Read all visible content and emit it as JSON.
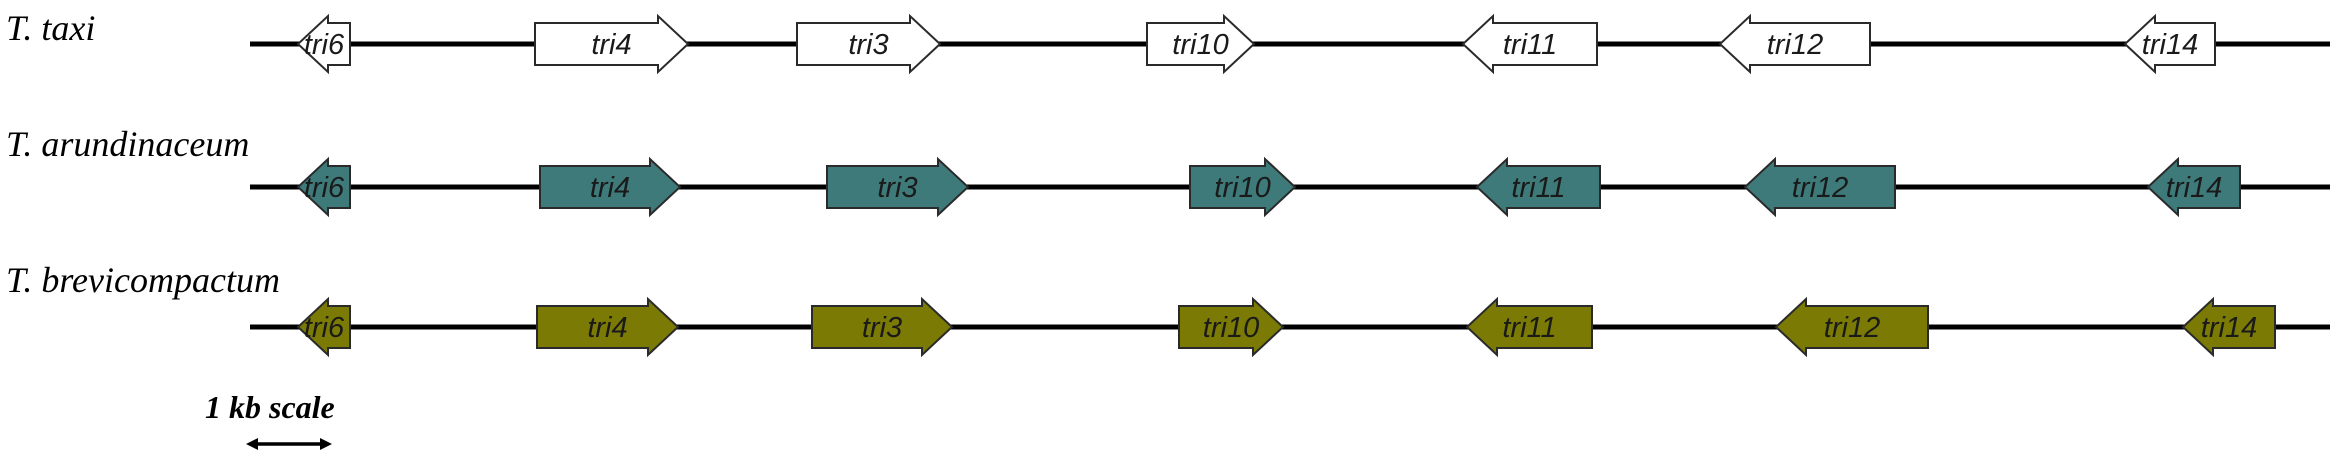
{
  "tracks": [
    {
      "species": "T. taxi",
      "fill_color": "#ffffff",
      "genes": [
        {
          "name": "tri6",
          "strand": "-"
        },
        {
          "name": "tri4",
          "strand": "+"
        },
        {
          "name": "tri3",
          "strand": "+"
        },
        {
          "name": "tri10",
          "strand": "+"
        },
        {
          "name": "tri11",
          "strand": "-"
        },
        {
          "name": "tri12",
          "strand": "-"
        },
        {
          "name": "tri14",
          "strand": "-"
        }
      ]
    },
    {
      "species": "T. arundinaceum",
      "fill_color": "#3e7a7a",
      "genes": [
        {
          "name": "tri6",
          "strand": "-"
        },
        {
          "name": "tri4",
          "strand": "+"
        },
        {
          "name": "tri3",
          "strand": "+"
        },
        {
          "name": "tri10",
          "strand": "+"
        },
        {
          "name": "tri11",
          "strand": "-"
        },
        {
          "name": "tri12",
          "strand": "-"
        },
        {
          "name": "tri14",
          "strand": "-"
        }
      ]
    },
    {
      "species": "T. brevicompactum",
      "fill_color": "#7a7a05",
      "genes": [
        {
          "name": "tri6",
          "strand": "-"
        },
        {
          "name": "tri4",
          "strand": "+"
        },
        {
          "name": "tri3",
          "strand": "+"
        },
        {
          "name": "tri10",
          "strand": "+"
        },
        {
          "name": "tri11",
          "strand": "-"
        },
        {
          "name": "tri12",
          "strand": "-"
        },
        {
          "name": "tri14",
          "strand": "-"
        }
      ]
    }
  ],
  "scale": {
    "label": "1 kb scale"
  }
}
